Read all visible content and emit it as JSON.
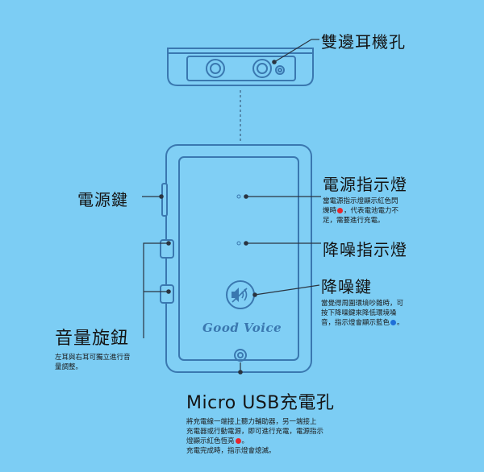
{
  "labels": {
    "headphone_jack": "雙邊耳機孔",
    "power_button": "電源鍵",
    "power_indicator": {
      "title": "電源指示燈",
      "desc_line1": "當電源指示燈顯示紅色閃",
      "desc_line2a": "爍時",
      "desc_line2b": "，代表電池電力不",
      "desc_line3": "足，需要進行充電。"
    },
    "noise_indicator": "降噪指示燈",
    "noise_button": {
      "title": "降噪鍵",
      "desc_line1": "當覺得周圍環境吵雜時，可",
      "desc_line2": "按下降噪鍵來降低環境噪",
      "desc_line3a": "音，指示燈會顯示藍色",
      "desc_line3b": "。"
    },
    "volume_knob": {
      "title": "音量旋鈕",
      "desc_line1": "左耳與右耳可獨立進行音",
      "desc_line2": "量調整。"
    },
    "usb_port": {
      "title": "Micro USB充電孔",
      "desc_line1": "將充電線一端接上聽力輔助器，另一端接上",
      "desc_line2": "充電器或行動電源，即可進行充電，電源指示",
      "desc_line3a": "燈顯示紅色恆亮",
      "desc_line3b": "。",
      "desc_line4": "充電完成時，指示燈會熄滅。"
    }
  },
  "device": {
    "brand": "Good Voice"
  },
  "colors": {
    "background": "#7ccdf4",
    "outline": "#3a78b0",
    "indicator_red": "#e8262d",
    "indicator_blue": "#1e6fd9"
  }
}
